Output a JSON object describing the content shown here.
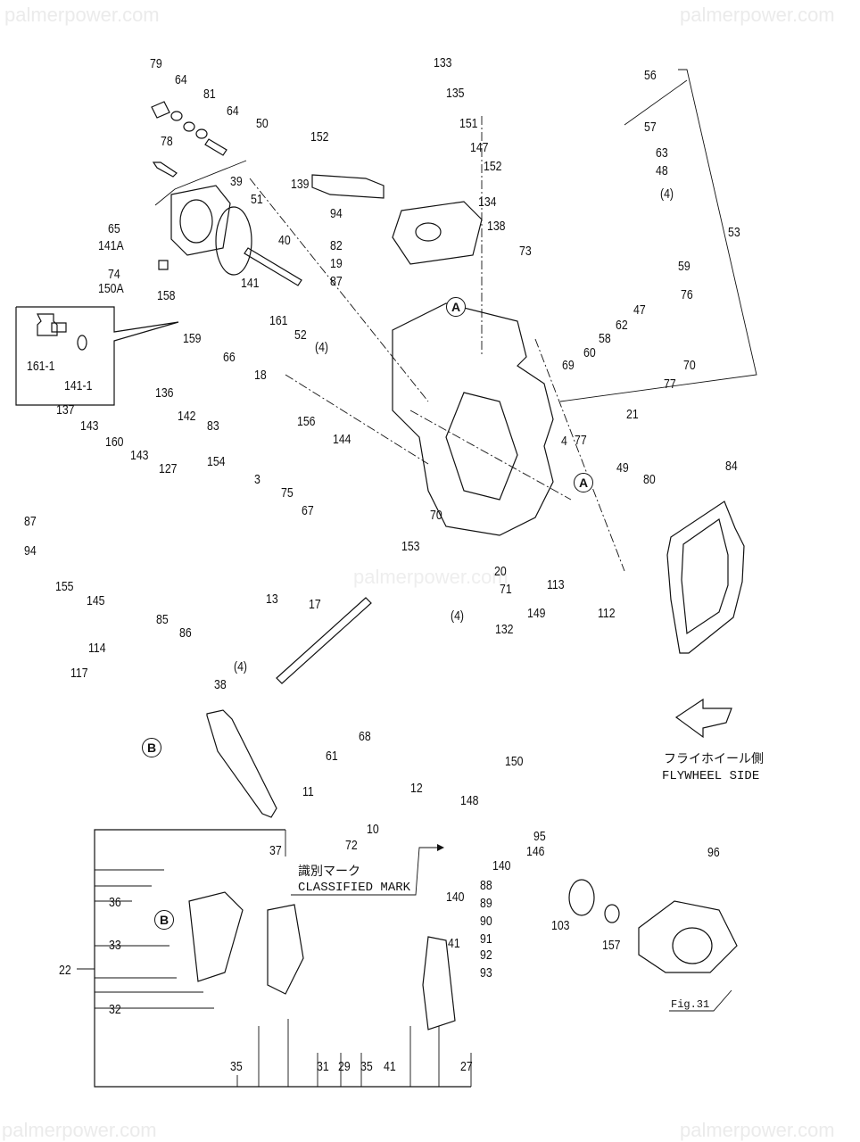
{
  "watermark": "palmerpower.com",
  "callouts": {
    "circle_a": "A",
    "circle_b": "B"
  },
  "notes": {
    "classified_mark_jp": "識別マーク",
    "classified_mark_en": "CLASSIFIED MARK",
    "flywheel_side_jp": "フライホイール側",
    "flywheel_side_en": "FLYWHEEL SIDE",
    "figure_ref": "Fig.31"
  },
  "inset": {
    "labels": [
      "161-1",
      "141-1"
    ]
  },
  "part_labels": [
    "79",
    "64",
    "81",
    "64",
    "50",
    "78",
    "39",
    "51",
    "40",
    "65",
    "141A",
    "74",
    "150A",
    "133",
    "135",
    "151",
    "147",
    "152",
    "152",
    "139",
    "94",
    "82",
    "19",
    "87",
    "134",
    "138",
    "73",
    "56",
    "57",
    "63",
    "48",
    "(4)",
    "53",
    "59",
    "76",
    "47",
    "62",
    "58",
    "60",
    "69",
    "70",
    "77",
    "77",
    "21",
    "158",
    "141",
    "159",
    "161",
    "52",
    "(4)",
    "136",
    "142",
    "66",
    "83",
    "18",
    "156",
    "144",
    "137",
    "143",
    "160",
    "143",
    "127",
    "154",
    "3",
    "75",
    "67",
    "4",
    "70",
    "153",
    "49",
    "80",
    "84",
    "87",
    "94",
    "155",
    "145",
    "85",
    "86",
    "13",
    "17",
    "20",
    "71",
    "(4)",
    "149",
    "113",
    "112",
    "132",
    "114",
    "117",
    "38",
    "(4)",
    "68",
    "61",
    "11",
    "10",
    "72",
    "12",
    "148",
    "150",
    "95",
    "146",
    "140",
    "140",
    "88",
    "89",
    "90",
    "91",
    "92",
    "93",
    "37",
    "36",
    "33",
    "22",
    "32",
    "103",
    "157",
    "96",
    "35",
    "31",
    "29",
    "35",
    "41",
    "41",
    "27"
  ]
}
